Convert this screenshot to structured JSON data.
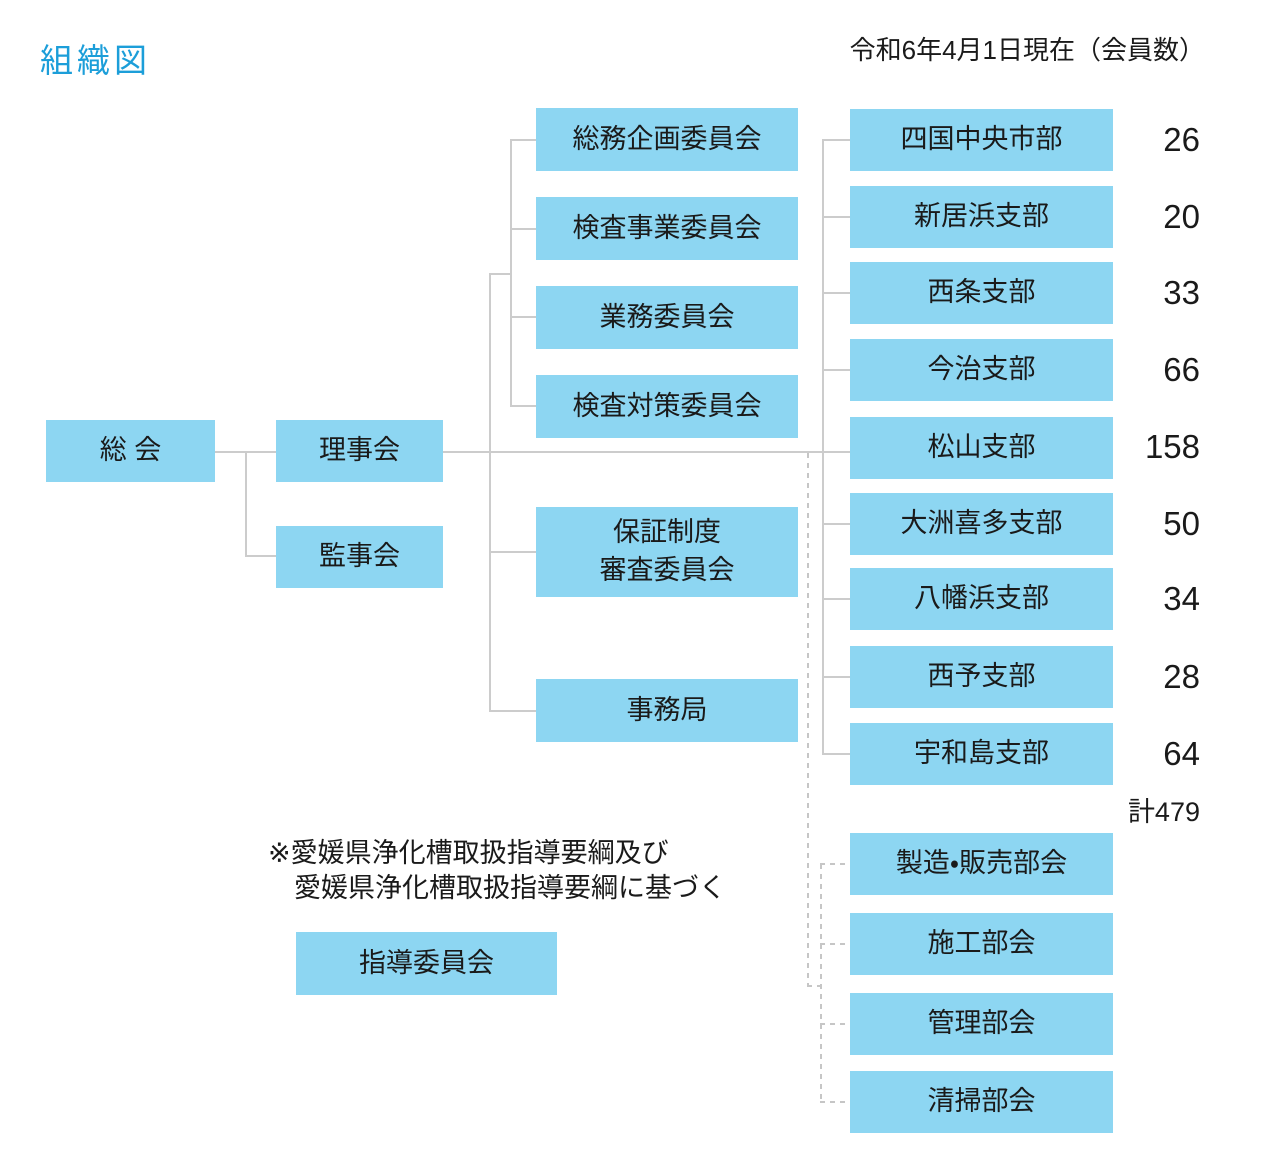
{
  "page": {
    "title": "組織図",
    "date_note": "令和6年4月1日現在（会員数）"
  },
  "colors": {
    "box_fill": "#8DD6F2",
    "title_text": "#1C9ED9",
    "connector": "#CCCCCC",
    "connector_dashed": "#C6C6C6",
    "text": "#1A1A1A"
  },
  "org": {
    "general_meeting": {
      "label": "総 会"
    },
    "board_of_directors": {
      "label": "理事会"
    },
    "auditors_board": {
      "label": "監事会"
    },
    "committees": [
      {
        "label": "総務企画委員会"
      },
      {
        "label": "検査事業委員会"
      },
      {
        "label": "業務委員会"
      },
      {
        "label": "検査対策委員会"
      }
    ],
    "guarantee_review_committee": {
      "line1": "保証制度",
      "line2": "審査委員会"
    },
    "secretariat": {
      "label": "事務局"
    },
    "branches": [
      {
        "label": "四国中央市部",
        "members": "26"
      },
      {
        "label": "新居浜支部",
        "members": "20"
      },
      {
        "label": "西条支部",
        "members": "33"
      },
      {
        "label": "今治支部",
        "members": "66"
      },
      {
        "label": "松山支部",
        "members": "158"
      },
      {
        "label": "大洲喜多支部",
        "members": "50"
      },
      {
        "label": "八幡浜支部",
        "members": "34"
      },
      {
        "label": "西予支部",
        "members": "28"
      },
      {
        "label": "宇和島支部",
        "members": "64"
      }
    ],
    "members_total": "計479",
    "divisions": [
      {
        "label": "製造・販売部会"
      },
      {
        "label": "施工部会"
      },
      {
        "label": "管理部会"
      },
      {
        "label": "清掃部会"
      }
    ],
    "guidance_committee": {
      "label": "指導委員会"
    },
    "note": {
      "line1": "※愛媛県浄化槽取扱指導要綱及び",
      "line2": "愛媛県浄化槽取扱指導要綱に基づく"
    }
  }
}
